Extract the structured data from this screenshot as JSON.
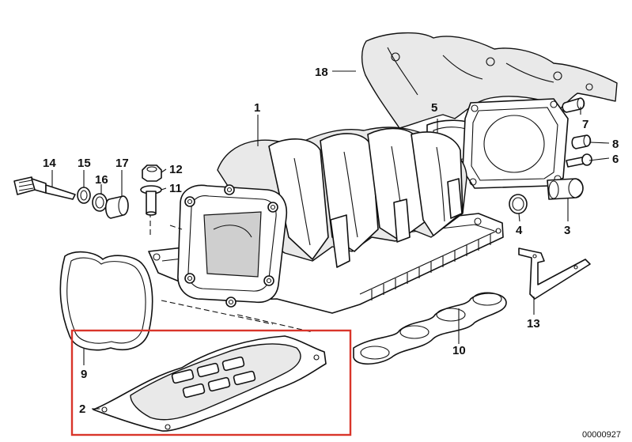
{
  "diagram": {
    "reference_number": "00000927",
    "highlight_color": "#d9352a",
    "callouts": [
      {
        "id": "c1",
        "label": "1"
      },
      {
        "id": "c2",
        "label": "2"
      },
      {
        "id": "c3",
        "label": "3"
      },
      {
        "id": "c4",
        "label": "4"
      },
      {
        "id": "c5",
        "label": "5"
      },
      {
        "id": "c6",
        "label": "6"
      },
      {
        "id": "c7",
        "label": "7"
      },
      {
        "id": "c8",
        "label": "8"
      },
      {
        "id": "c9",
        "label": "9"
      },
      {
        "id": "c10",
        "label": "10"
      },
      {
        "id": "c11",
        "label": "11"
      },
      {
        "id": "c12",
        "label": "12"
      },
      {
        "id": "c13",
        "label": "13"
      },
      {
        "id": "c14",
        "label": "14"
      },
      {
        "id": "c15",
        "label": "15"
      },
      {
        "id": "c16",
        "label": "16"
      },
      {
        "id": "c17",
        "label": "17"
      },
      {
        "id": "c18",
        "label": "18"
      }
    ]
  }
}
